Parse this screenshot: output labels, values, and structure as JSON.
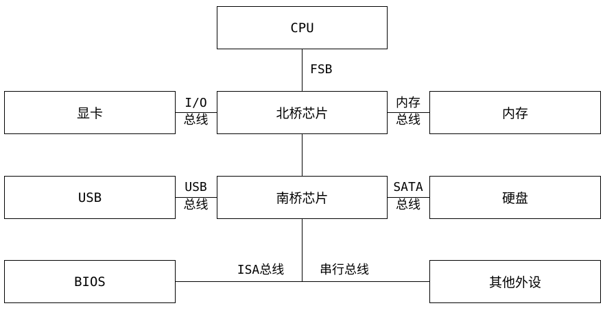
{
  "nodes": {
    "cpu": "CPU",
    "graphics_card": "显卡",
    "north_bridge": "北桥芯片",
    "memory": "内存",
    "usb": "USB",
    "south_bridge": "南桥芯片",
    "hard_disk": "硬盘",
    "bios": "BIOS",
    "other_peripherals": "其他外设"
  },
  "edges": {
    "fsb": "FSB",
    "io_bus_line1": "I/O",
    "io_bus_line2": "总线",
    "memory_bus_line1": "内存",
    "memory_bus_line2": "总线",
    "usb_bus_line1": "USB",
    "usb_bus_line2": "总线",
    "sata_bus_line1": "SATA",
    "sata_bus_line2": "总线",
    "isa_bus": "ISA总线",
    "serial_bus": "串行总线"
  }
}
